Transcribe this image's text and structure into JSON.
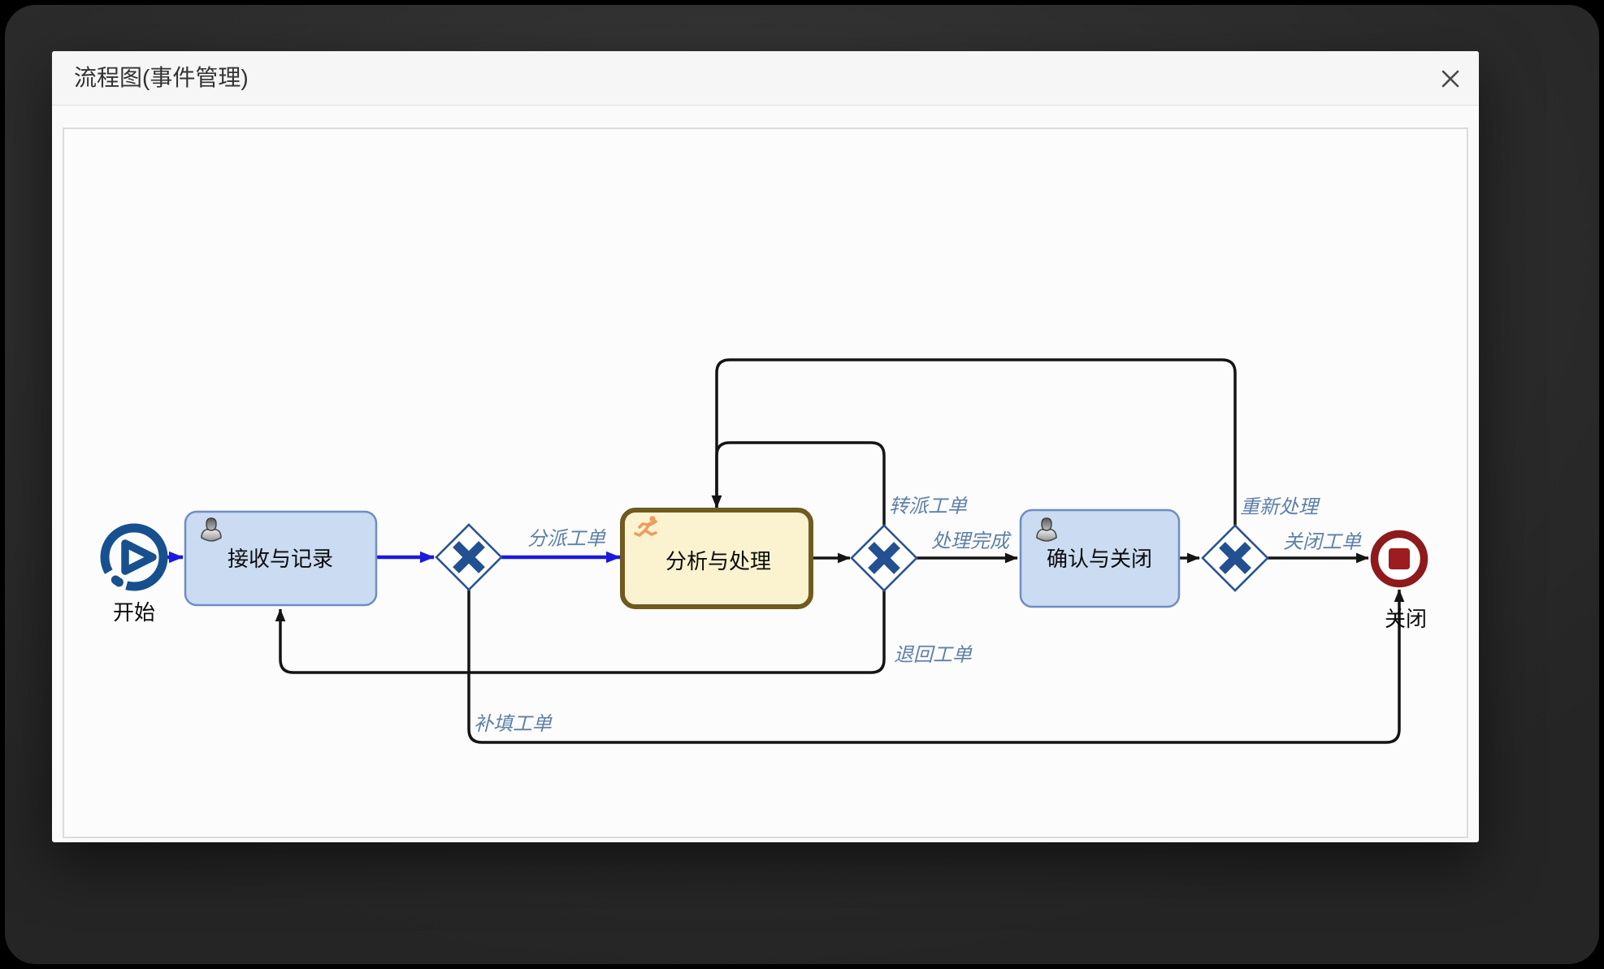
{
  "dialog": {
    "title": "流程图(事件管理)"
  },
  "icons": {
    "close": "close-x",
    "user_task": "person-bust",
    "active_task": "running-man",
    "gateway": "x-cross",
    "start": "play-circle",
    "end": "stop-circle"
  },
  "diagram": {
    "nodes": {
      "start": {
        "type": "start-event",
        "label": "开始"
      },
      "receive": {
        "type": "user-task",
        "label": "接收与记录"
      },
      "analyze": {
        "type": "user-task-active",
        "label": "分析与处理"
      },
      "confirm": {
        "type": "user-task",
        "label": "确认与关闭"
      },
      "end": {
        "type": "end-event",
        "label": "关闭"
      }
    },
    "gateways": [
      "gateway-1",
      "gateway-2",
      "gateway-3"
    ],
    "edges": {
      "assign": {
        "from": "gateway-1",
        "to": "analyze",
        "label": "分派工单"
      },
      "transfer": {
        "from": "gateway-2",
        "to": "analyze",
        "label": "转派工单"
      },
      "complete": {
        "from": "gateway-2",
        "to": "confirm",
        "label": "处理完成"
      },
      "return": {
        "from": "gateway-2",
        "to": "receive",
        "label": "退回工单"
      },
      "refill": {
        "from": "gateway-1",
        "to": "end",
        "label": "补填工单"
      },
      "reprocess": {
        "from": "gateway-3",
        "to": "analyze",
        "label": "重新处理"
      },
      "close": {
        "from": "gateway-3",
        "to": "end",
        "label": "关闭工单"
      }
    }
  },
  "colors": {
    "accent-blue": "#1a1ae0",
    "flow-black": "#141414",
    "gateway-border": "#2a5298",
    "gateway-x": "#235090",
    "task-fill": "#cbdbf2",
    "task-border": "#6d8ec2",
    "active-fill": "#fbf3cf",
    "active-border": "#6f5a20",
    "start-ring": "#17508f",
    "end-ring": "#8e1a1c",
    "end-square": "#9d1c1f",
    "edge-label": "#5e80a8",
    "title-color": "#333333"
  }
}
